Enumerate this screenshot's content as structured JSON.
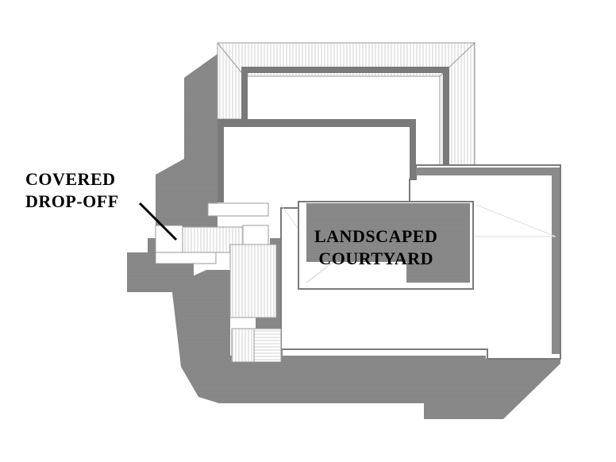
{
  "labels": {
    "dropoff_line1": "COVERED",
    "dropoff_line2": "DROP-OFF",
    "courtyard_line1": "LANDSCAPED",
    "courtyard_line2": "COURTYARD"
  },
  "colors": {
    "shadow": "#8a8a8a",
    "roof": "#ffffff",
    "outline": "#6f6f6f",
    "hatch": "#bdbdbd",
    "label": "#000000",
    "background": "#ffffff"
  }
}
